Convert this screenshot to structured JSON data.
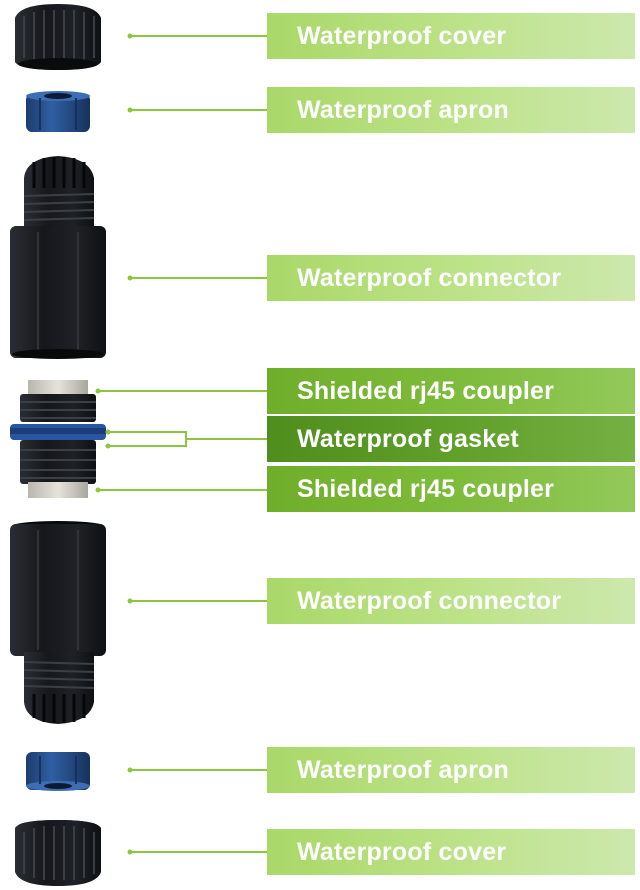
{
  "colors": {
    "accent_light": "#bde38a",
    "accent_mid": "#7dbb3a",
    "accent_dark": "#5a9a26",
    "leader_line": "#8cc63f",
    "part_black": "#1b1d22",
    "part_blue": "#274d8a"
  },
  "labels": [
    {
      "id": "cover-top",
      "text": "Waterproof cover"
    },
    {
      "id": "apron-top",
      "text": "Waterproof apron"
    },
    {
      "id": "connector-top",
      "text": "Waterproof connector"
    },
    {
      "id": "coupler-top",
      "text": "Shielded rj45 coupler"
    },
    {
      "id": "gasket",
      "text": "Waterproof gasket"
    },
    {
      "id": "coupler-bottom",
      "text": "Shielded rj45 coupler"
    },
    {
      "id": "connector-bottom",
      "text": "Waterproof connector"
    },
    {
      "id": "apron-bottom",
      "text": "Waterproof apron"
    },
    {
      "id": "cover-bottom",
      "text": "Waterproof cover"
    }
  ]
}
